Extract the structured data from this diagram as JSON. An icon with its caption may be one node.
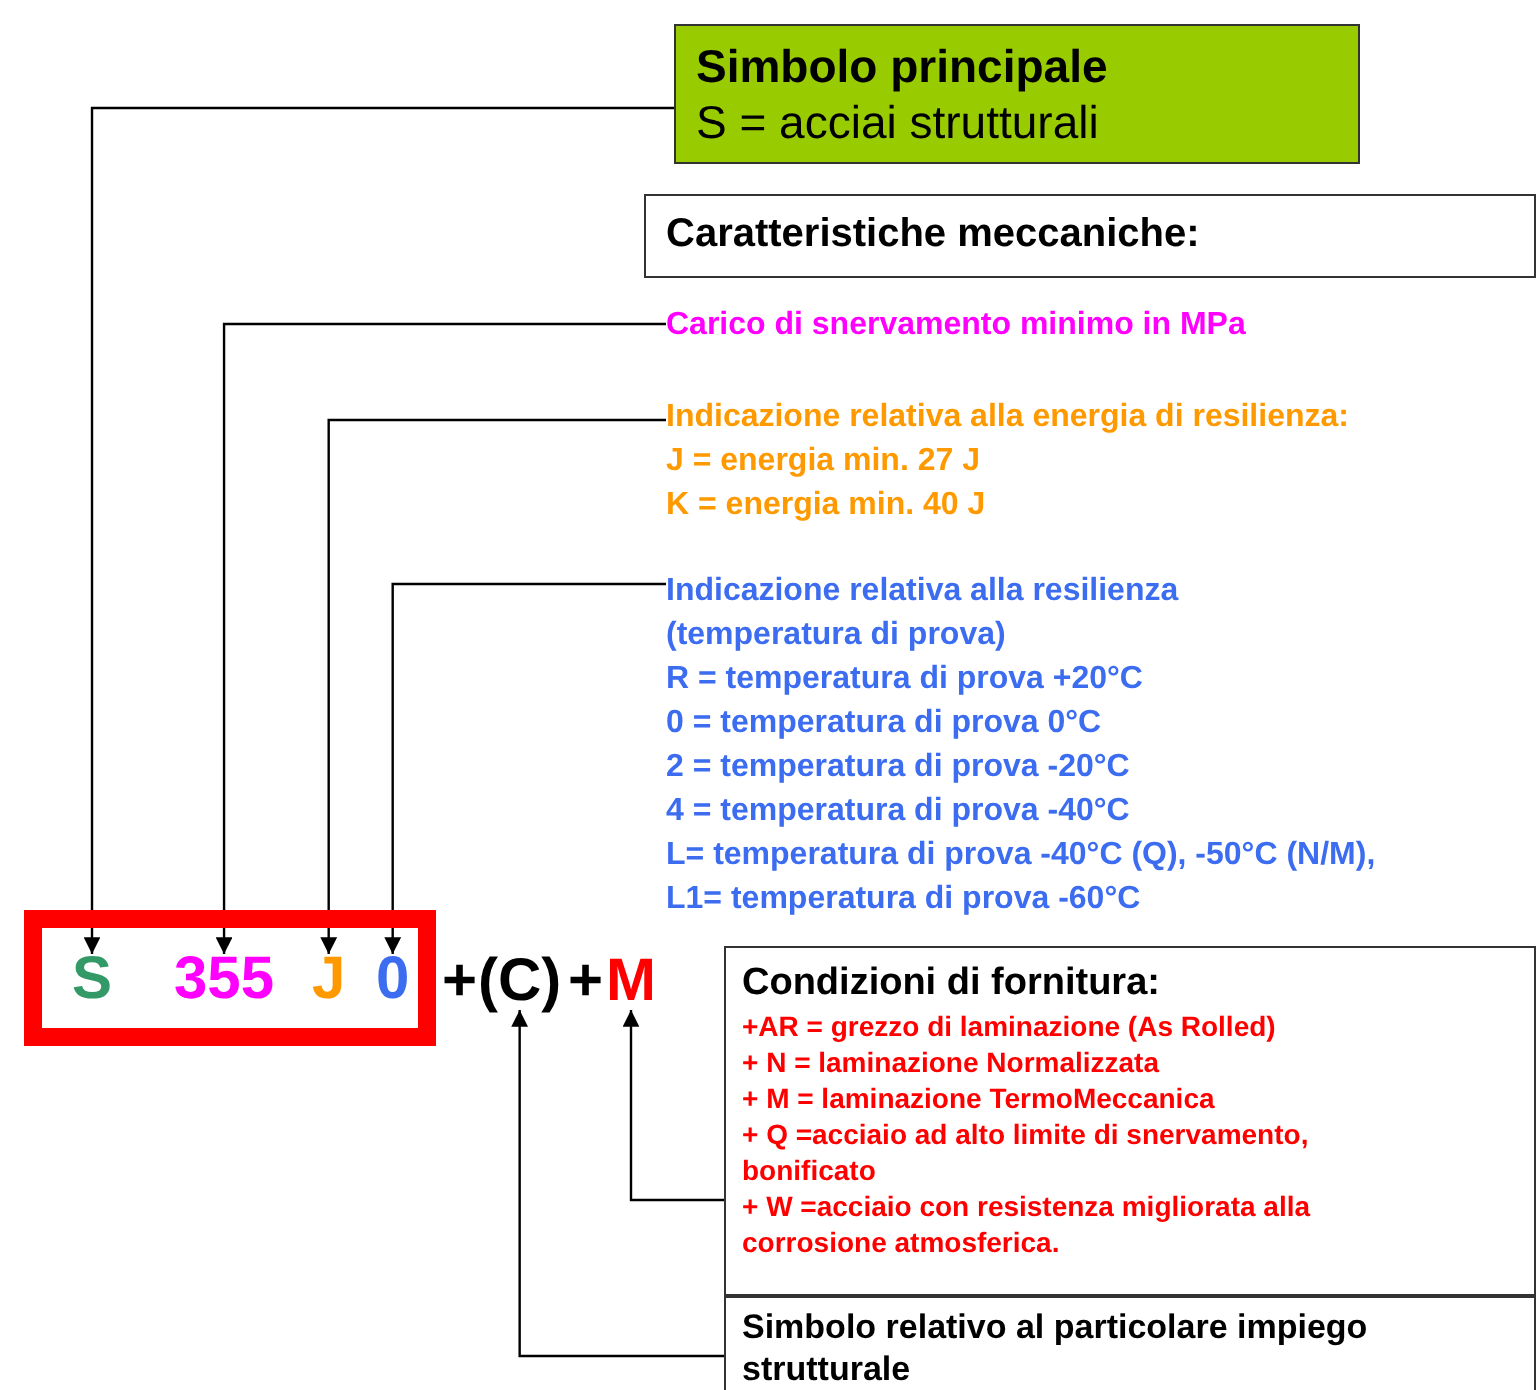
{
  "diagram": {
    "nodes": [
      {
        "text": [
          "Simbolo principale",
          "S = acciai strutturali"
        ]
      },
      {
        "text": [
          "Caratteristiche meccaniche:"
        ]
      },
      {
        "text": [
          "Carico di snervamento minimo in MPa"
        ]
      },
      {
        "text": [
          "Indicazione relativa alla energia di resilienza:",
          "J = energia min. 27 J",
          "K = energia min. 40 J"
        ]
      },
      {
        "text": [
          "Indicazione relativa alla resilienza (temperatura di prova)",
          "R = temperatura di prova +20°C",
          "0 = temperatura di prova 0°C",
          "2 = temperatura di prova -20°C",
          "4 = temperatura di prova -40°C",
          "L= temperatura di prova -40°C (Q), -50°C (N/M),",
          "L1= temperatura di prova -60°C"
        ]
      },
      {
        "text": [],
        "shape": "box"
      },
      {
        "text": [
          "S"
        ],
        "in": 5
      },
      {
        "text": [
          "355"
        ],
        "in": 5
      },
      {
        "text": [
          "J"
        ],
        "in": 5
      },
      {
        "text": [
          "0"
        ],
        "in": 5
      },
      {
        "text": [
          "(C)"
        ]
      },
      {
        "text": [
          "M"
        ]
      },
      {
        "text": [
          "Condizioni di fornitura:",
          "+AR = grezzo di laminazione (As Rolled)",
          "+ N = laminazione Normalizzata",
          "+ M = laminazione TermoMeccanica",
          "+ Q =acciaio ad alto limite di snervamento, bonificato",
          "+ W =acciaio con resistenza migliorata alla corrosione atmosferica."
        ]
      },
      {
        "text": [
          "Simbolo relativo al particolare impiego strutturale"
        ]
      }
    ],
    "edges": [
      {
        "from": 0,
        "to": 6,
        "arrow": "to"
      },
      {
        "from": 2,
        "to": 7,
        "arrow": "to"
      },
      {
        "from": 3,
        "to": 8,
        "arrow": "to"
      },
      {
        "from": 4,
        "to": 9,
        "arrow": "to"
      },
      {
        "from": 12,
        "to": 11,
        "arrow": "to"
      },
      {
        "from": 13,
        "to": 10,
        "arrow": "to"
      }
    ],
    "labels": [
      "+",
      "+"
    ]
  }
}
